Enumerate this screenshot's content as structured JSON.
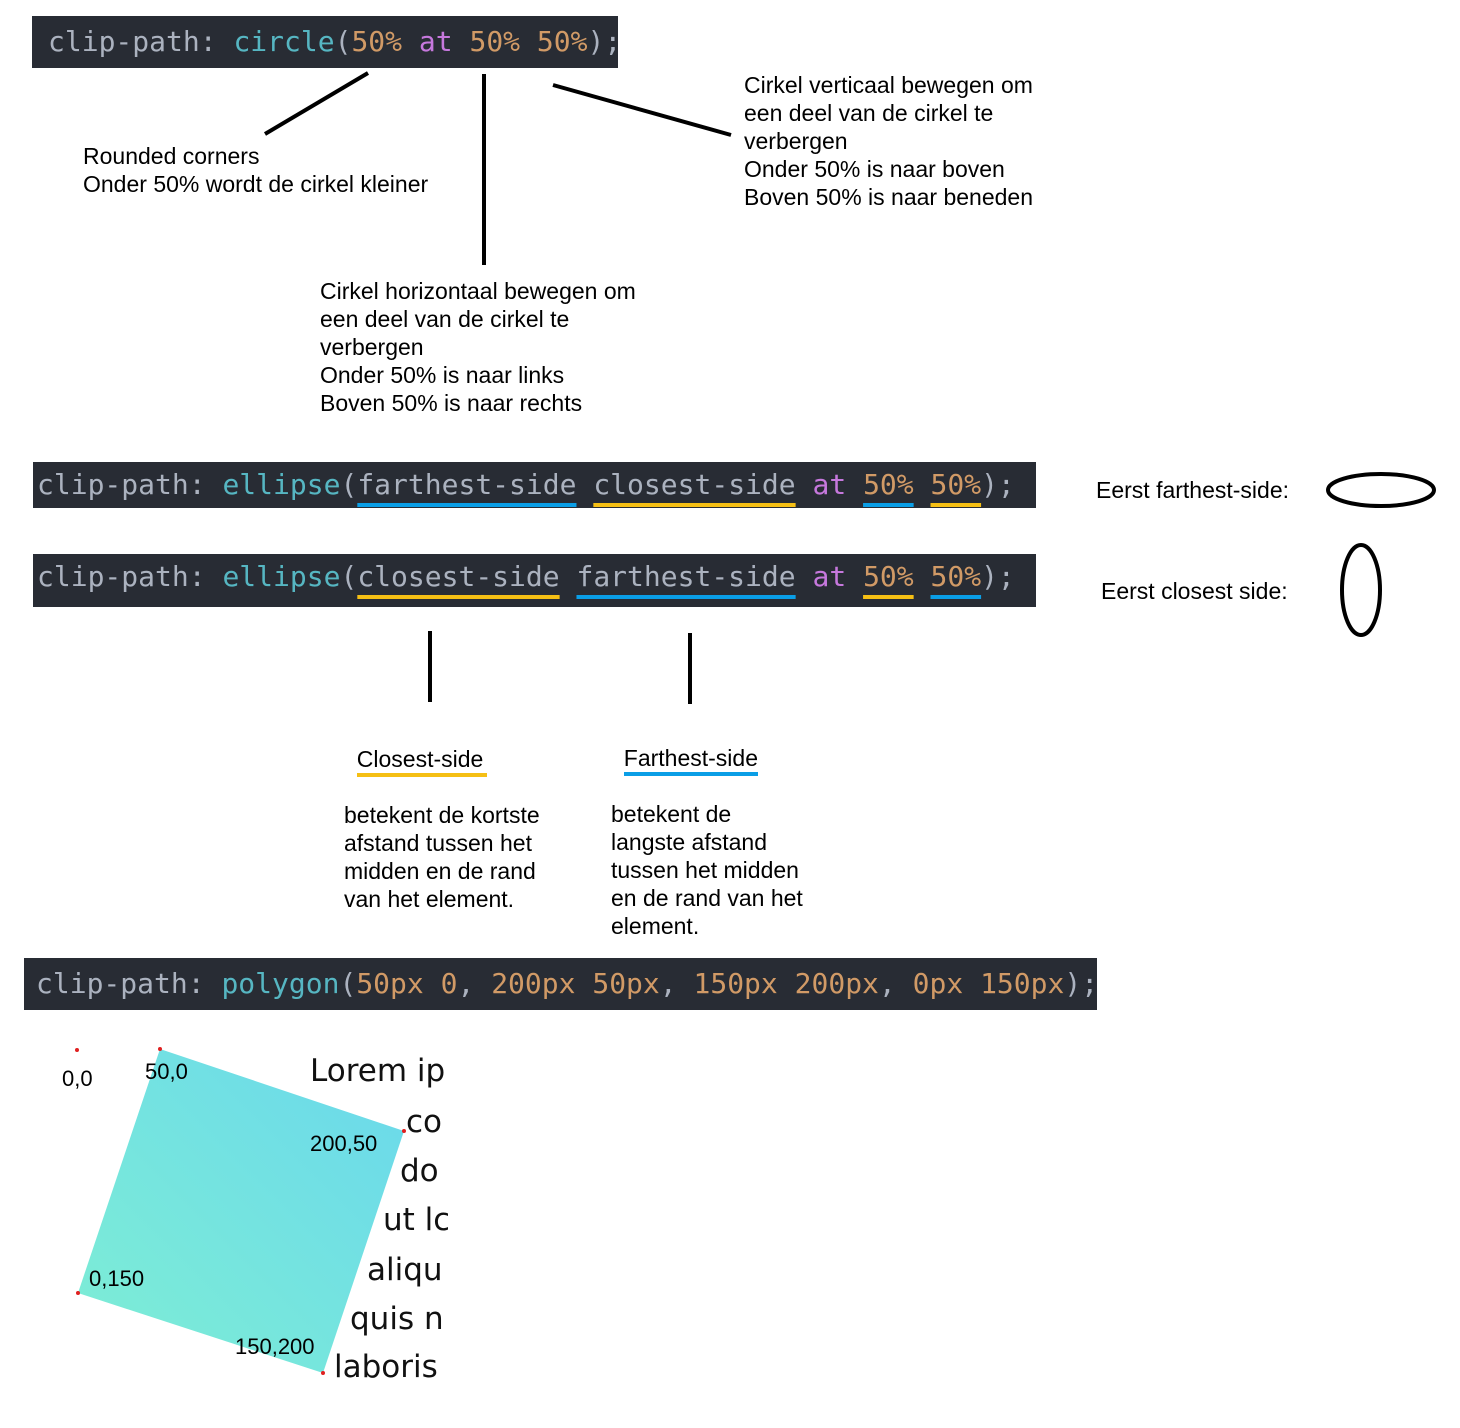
{
  "circle_code": {
    "keyword": "clip-path:",
    "fn": "circle",
    "open": "(",
    "v1": "50%",
    "at": "at",
    "v2": "50%",
    "v3": "50%",
    "close": ");"
  },
  "circle_notes": {
    "rounded": "Rounded corners\nOnder 50% wordt de cirkel kleiner",
    "horizontal": "Cirkel horizontaal bewegen om\neen deel van de cirkel te\nverbergen\nOnder 50% is naar links\nBoven 50% is naar rechts",
    "vertical": "Cirkel verticaal bewegen om\neen deel van de cirkel te\nverbergen\nOnder 50% is naar boven\nBoven 50% is naar beneden"
  },
  "ellipse1_code": {
    "keyword": "clip-path:",
    "fn": "ellipse",
    "open": "(",
    "a1": "farthest-side",
    "a2": "closest-side",
    "at": "at",
    "v1": "50%",
    "v2": "50%",
    "close": ");"
  },
  "ellipse2_code": {
    "keyword": "clip-path:",
    "fn": "ellipse",
    "open": "(",
    "a1": "closest-side",
    "a2": "farthest-side",
    "at": "at",
    "v1": "50%",
    "v2": "50%",
    "close": ");"
  },
  "ellipse_labels": {
    "first_farthest": "Eerst farthest-side:",
    "first_closest": "Eerst closest side:"
  },
  "ellipse_notes": {
    "closest_head": "Closest-side",
    "closest_body": "betekent de kortste\nafstand tussen het\nmidden en de rand\nvan het element.",
    "farthest_head": "Farthest-side",
    "farthest_body": "betekent de\nlangste afstand\ntussen het midden\nen de rand van het\nelement."
  },
  "polygon_code": {
    "keyword": "clip-path:",
    "fn": "polygon",
    "open": "(",
    "p1": "50px 0",
    "p2": "200px 50px",
    "p3": "150px 200px",
    "p4": "0px 150px",
    "sep": ", ",
    "close": ");"
  },
  "polygon_points": {
    "origin": "0,0",
    "p1": "50,0",
    "p2": "200,50",
    "p3": "0,150",
    "p4": "150,200"
  },
  "lorem_lines": [
    "Lorem ip",
    "co",
    "do",
    "ut lc",
    "aliqu",
    "quis n",
    "laboris"
  ],
  "colors": {
    "code_bg": "#282c34",
    "underline_blue": "#0a9ee6",
    "underline_yellow": "#f5bf14",
    "gradient_start": "#7eeed4",
    "gradient_end": "#6ad8ec",
    "point_marker": "#e02020"
  }
}
